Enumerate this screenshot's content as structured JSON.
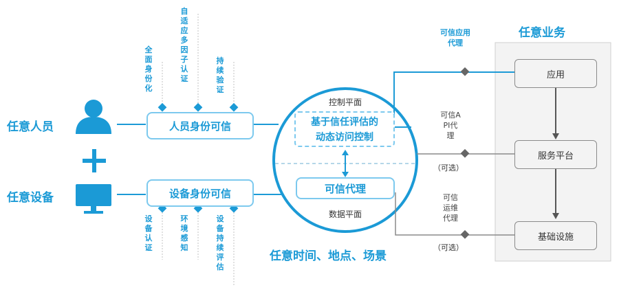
{
  "people": {
    "label": "任意人员",
    "verify": "人员身份可信",
    "factors": [
      "全面身份化",
      "自适应多因子认证",
      "持续验证"
    ]
  },
  "plus": "+",
  "devices": {
    "label": "任意设备",
    "verify": "设备身份可信",
    "factors": [
      "设备认证",
      "环境感知",
      "设备持续评估"
    ]
  },
  "core": {
    "control_plane": "控制平面",
    "control_box": [
      "基于信任评估的",
      "动态访问控制"
    ],
    "data_plane": "数据平面",
    "proxy": "可信代理"
  },
  "caption": "任意时间、地点、场景",
  "business": {
    "title": "任意业务",
    "app": "应用",
    "platform": "服务平台",
    "infra": "基础设施"
  },
  "proxies": {
    "app_proxy": "可信应用代理",
    "api_proxy": "可信API代理",
    "api_optional": "（可选）",
    "ops_proxy": "可信运维代理",
    "ops_optional": "（可选）"
  },
  "colors": {
    "accent": "#1b9ad6",
    "light": "#7cc9ee",
    "gray": "#8a8a8a"
  }
}
